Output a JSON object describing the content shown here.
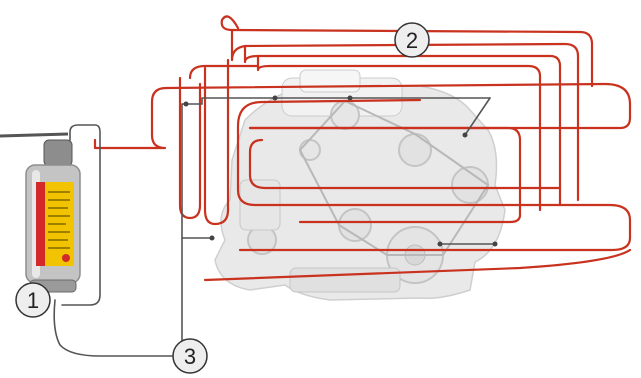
{
  "diagram": {
    "colors": {
      "line_red": "#c8321e",
      "line_dark": "#333333",
      "engine_light": "#eeeeee",
      "engine_mid": "#d6d6d6",
      "engine_dark": "#bdbdbd",
      "tank_silver": "#c9c9c9",
      "label_yellow": "#f2c300",
      "label_red": "#d22a2a"
    },
    "callouts": [
      {
        "id": "1",
        "text": "1"
      },
      {
        "id": "2",
        "text": "2"
      },
      {
        "id": "3",
        "text": "3"
      }
    ]
  }
}
